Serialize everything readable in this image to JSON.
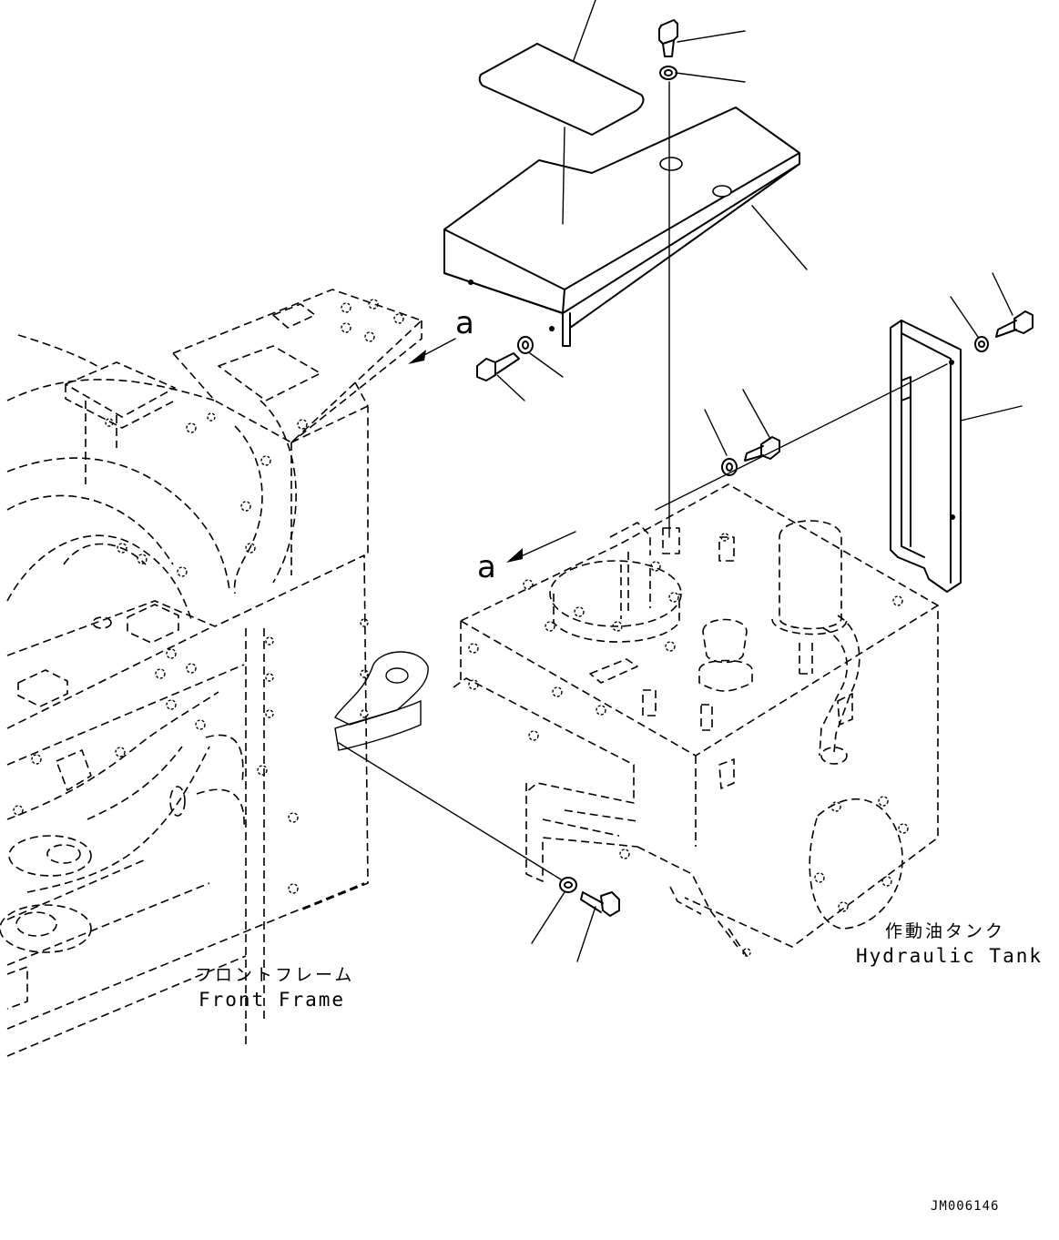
{
  "labels": {
    "front_frame_jp": "フロントフレーム",
    "front_frame_en": "Front Frame",
    "hydraulic_tank_jp": "作動油タンク",
    "hydraulic_tank_en": "Hydraulic Tank",
    "view_marker_upper": "a",
    "view_marker_lower": "a",
    "drawing_id": "JM006146"
  }
}
